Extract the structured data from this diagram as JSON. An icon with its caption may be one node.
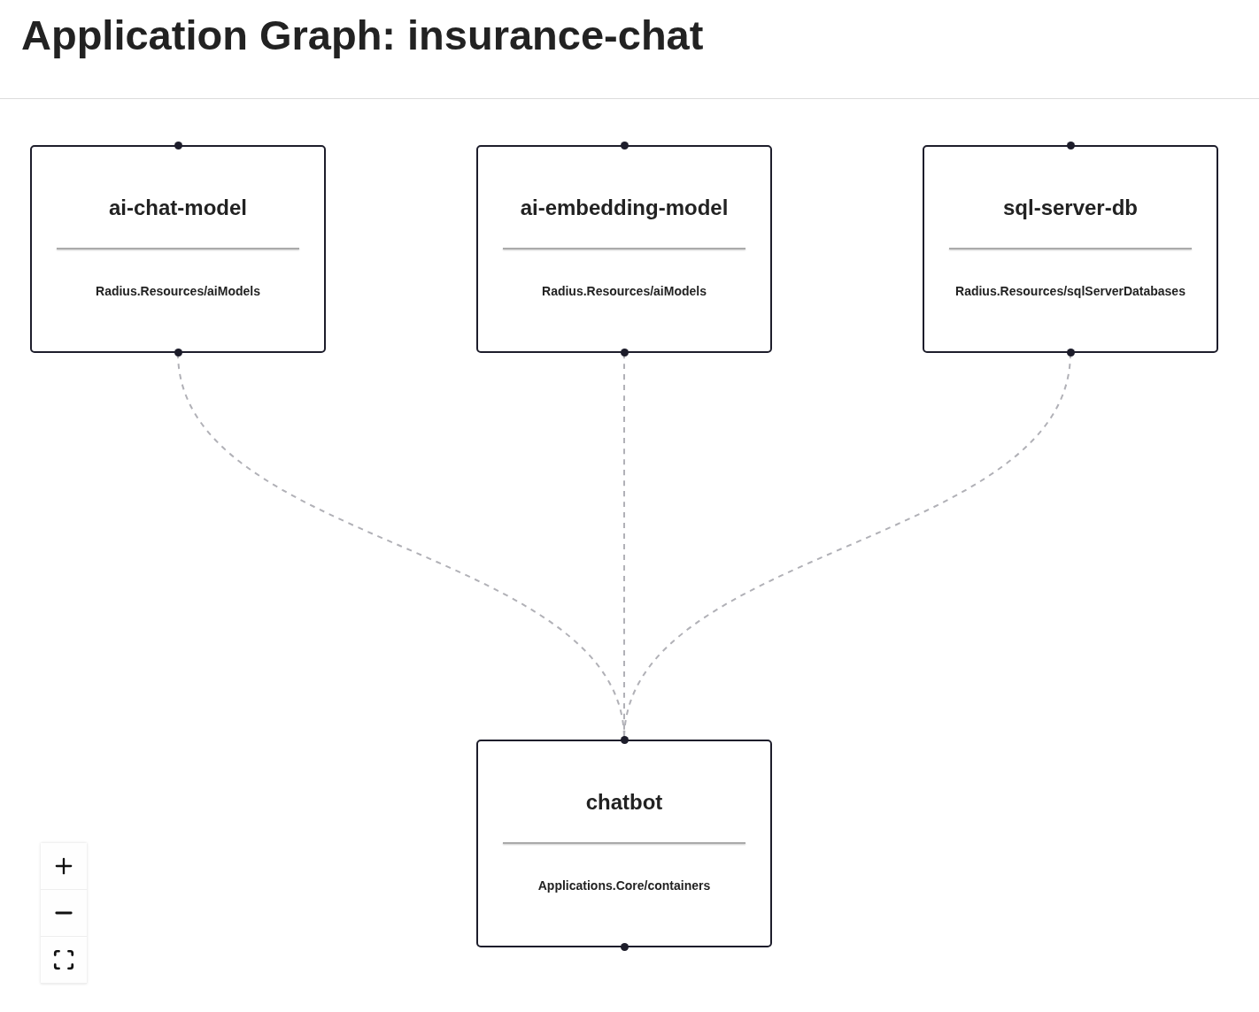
{
  "diagram": {
    "title": "Application Graph: insurance-chat",
    "nodes": [
      {
        "text": [
          "ai-chat-model",
          "Radius.Resources/aiModels"
        ]
      },
      {
        "text": [
          "ai-embedding-model",
          "Radius.Resources/aiModels"
        ]
      },
      {
        "text": [
          "sql-server-db",
          "Radius.Resources/sqlServerDatabases"
        ]
      },
      {
        "text": [
          "chatbot",
          "Applications.Core/containers"
        ]
      }
    ],
    "edges": [
      {
        "from": 0,
        "to": 3,
        "arrow": "none",
        "style": "dashed"
      },
      {
        "from": 1,
        "to": 3,
        "arrow": "none",
        "style": "dashed"
      },
      {
        "from": 2,
        "to": 3,
        "arrow": "none",
        "style": "dashed"
      }
    ]
  }
}
